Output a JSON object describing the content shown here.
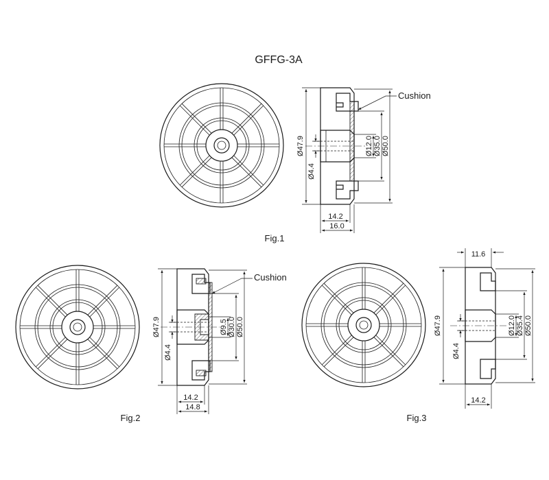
{
  "title": "GFFG-3A",
  "figures": [
    {
      "label": "Fig.1",
      "callout": "Cushion",
      "dims": {
        "d_outer_hub": "Ø47.9",
        "d_hole": "Ø4.4",
        "d_12": "Ø12.0",
        "d_35": "Ø35.0",
        "d_50": "Ø50.0",
        "w_inner": "14.2",
        "w_total": "16.0"
      }
    },
    {
      "label": "Fig.2",
      "callout": "Cushion",
      "dims": {
        "d_outer_hub": "Ø47.9",
        "d_hole": "Ø4.4",
        "d_95": "Ø9.5",
        "d_30": "Ø30.0",
        "d_50": "Ø50.0",
        "w_inner": "14.2",
        "w_total": "14.8"
      }
    },
    {
      "label": "Fig.3",
      "dims": {
        "w_top": "11.6",
        "d_outer_hub": "Ø47.9",
        "d_hole": "Ø4.4",
        "d_12": "Ø12.0",
        "d_354": "Ø35.4",
        "d_50": "Ø50.0",
        "w_inner": "14.2"
      }
    }
  ]
}
